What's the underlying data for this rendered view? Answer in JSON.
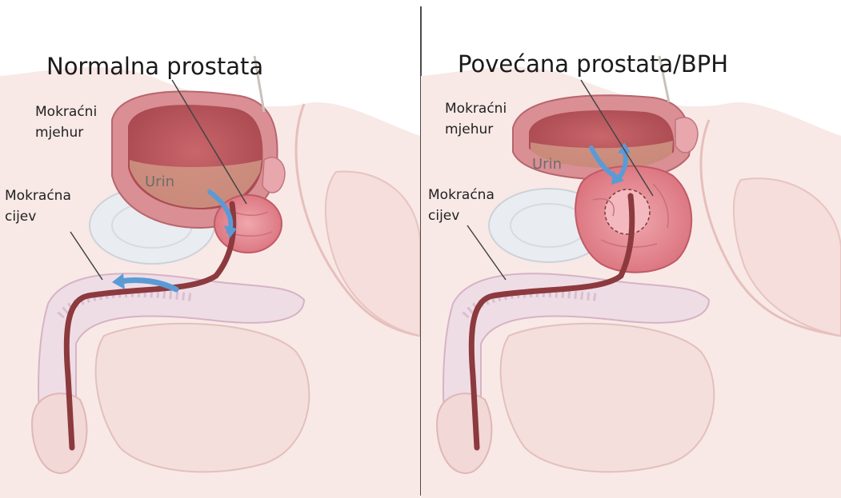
{
  "left": {
    "title": "Normalna prostata",
    "bladder_line1": "Mokraćni",
    "bladder_line2": "mjehur",
    "urine": "Urin",
    "urethra_line1": "Mokraćna",
    "urethra_line2": "cijev"
  },
  "right": {
    "title": "Povećana prostata/BPH",
    "bladder_line1": "Mokraćni",
    "bladder_line2": "mjehur",
    "urine": "Urin",
    "urethra_line1": "Mokraćna",
    "urethra_line2": "cijev"
  },
  "colors": {
    "skin": "#f7e6e3",
    "skin_edge": "#e9c4c0",
    "bladder_wall": "#d98f93",
    "bladder_inner": "#b85a62",
    "prostate": "#e07f8a",
    "urethra": "#8c3a3e",
    "bone": "#e8eaee",
    "flow_arrow": "#5b9bd5",
    "erectile": "#eddfe9"
  }
}
